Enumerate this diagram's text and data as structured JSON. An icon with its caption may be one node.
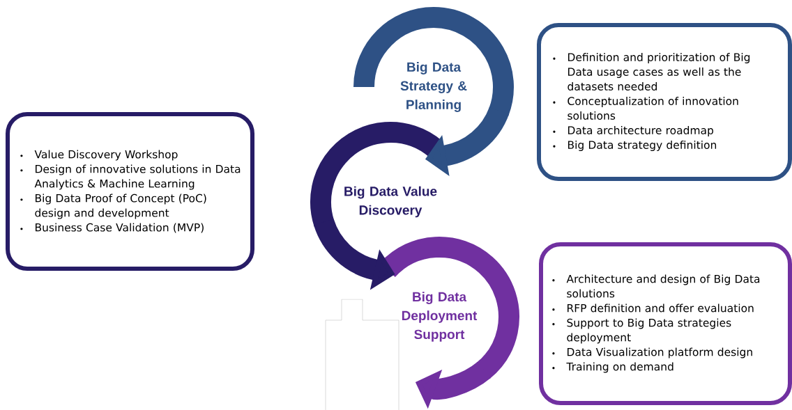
{
  "diagram": {
    "nodes": [
      {
        "text": [
          "Big Data Strategy & Planning"
        ]
      },
      {
        "text": [
          "Big Data Value Discovery"
        ]
      },
      {
        "text": [
          "Big Data Deployment Support"
        ]
      },
      {
        "text": [
          "Definition and prioritization of Big Data usage cases as well as the datasets needed",
          "Conceptualization of innovation solutions",
          "Data architecture roadmap",
          "Big Data strategy definition"
        ]
      },
      {
        "text": [
          "Value Discovery Workshop",
          "Design of innovative solutions in Data Analytics & Machine Learning",
          "Big Data Proof of Concept (PoC) design and development",
          "Business Case  Validation (MVP)"
        ]
      },
      {
        "text": [
          "Architecture and design of Big Data solutions",
          "RFP definition and offer evaluation",
          "Support to Big Data strategies deployment",
          "Data Visualization platform design",
          "Training on demand"
        ]
      }
    ],
    "edges": [
      {
        "from": 0,
        "to": 1,
        "arrow": "to",
        "color": "#2e5185"
      },
      {
        "from": 1,
        "to": 2,
        "arrow": "to",
        "color": "#271c66"
      },
      {
        "from": 2,
        "to": null,
        "arrow": "to",
        "color": "#7030a0"
      }
    ]
  }
}
